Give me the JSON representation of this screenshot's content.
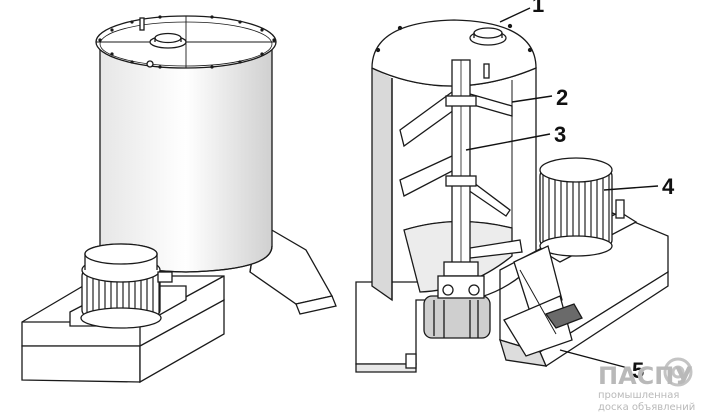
{
  "diagram": {
    "callouts": [
      {
        "id": "1",
        "label": "1"
      },
      {
        "id": "2",
        "label": "2"
      },
      {
        "id": "3",
        "label": "3"
      },
      {
        "id": "4",
        "label": "4"
      },
      {
        "id": "5",
        "label": "5"
      }
    ]
  },
  "watermark": {
    "brand": "ПАСПУ",
    "tagline_1": "промышленная",
    "tagline_2": "доска объявлений"
  },
  "colors": {
    "line": "#1a1a1a",
    "shade": "#c8c8c8",
    "dark_shade": "#6a6a6a",
    "watermark": "#b9b9b9"
  }
}
